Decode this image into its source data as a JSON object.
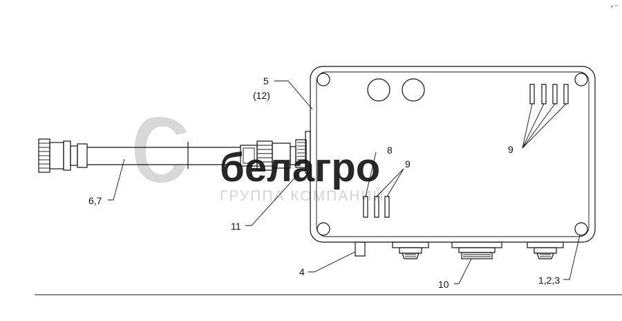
{
  "corner_mark": "дⁿ ⁿⁿⁿⁿ",
  "watermark": {
    "logo": "белагро",
    "subtitle": "ГРУППА КОМПАНИЙ"
  },
  "callouts": {
    "c5": "5",
    "c12": "(12)",
    "c8": "8",
    "c9_left": "9",
    "c9_right": "9",
    "c67": "6,7",
    "c11": "11",
    "c4": "4",
    "c10": "10",
    "c123": "1,2,3"
  }
}
